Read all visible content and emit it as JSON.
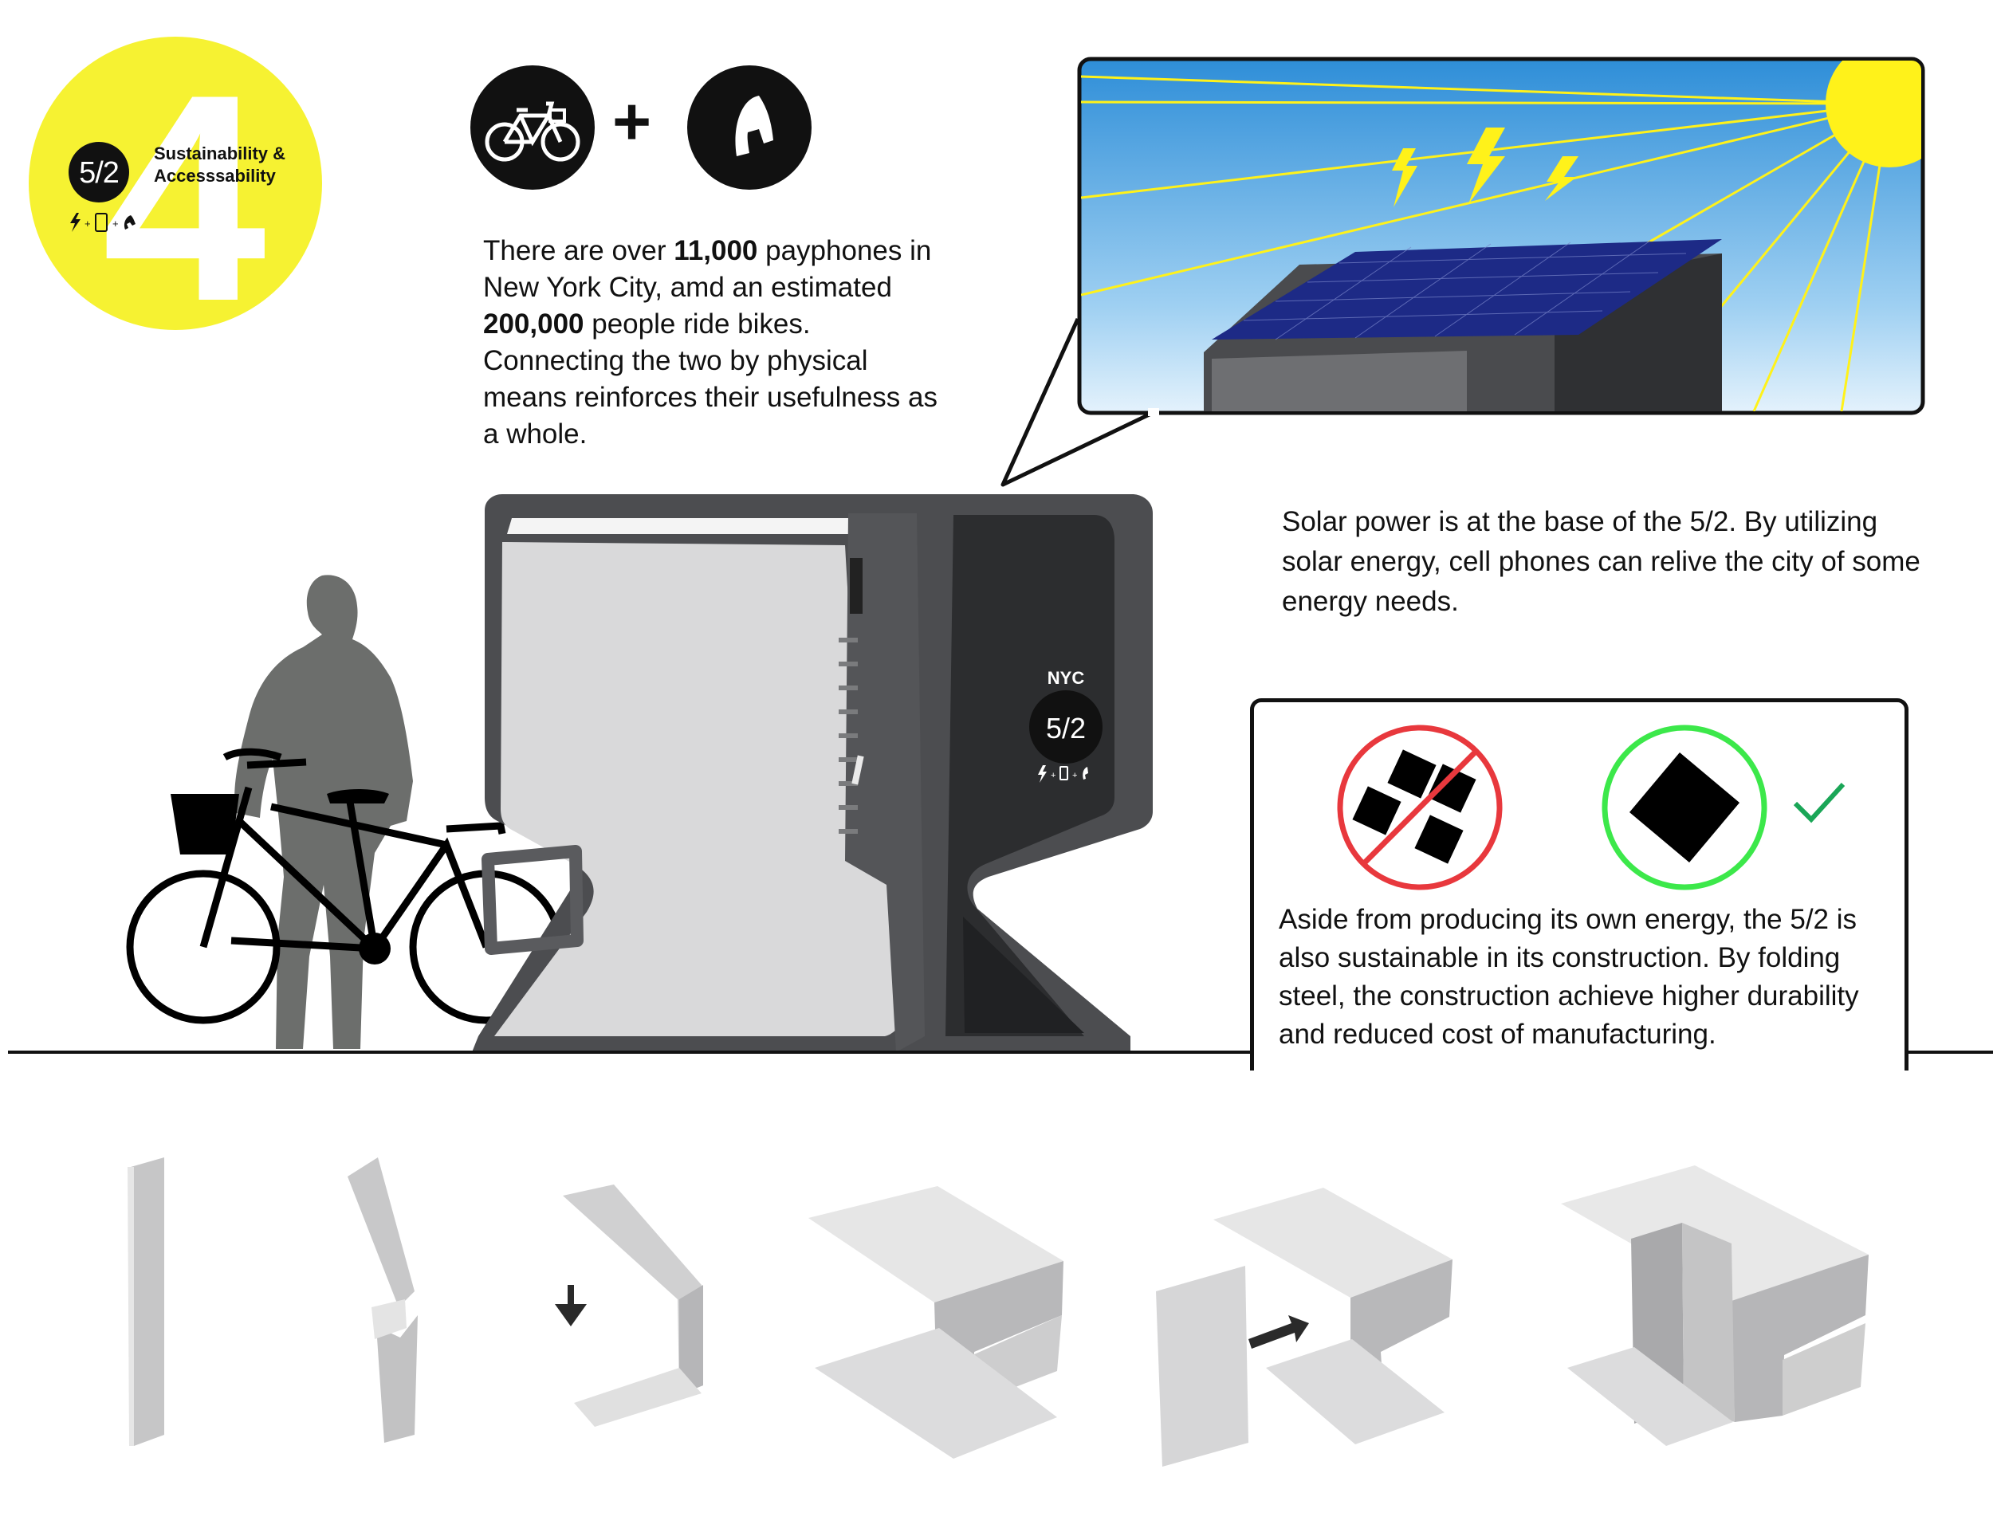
{
  "badge": {
    "number": "4",
    "brand": "5/2",
    "title_line1": "Sustainability &",
    "title_line2": "Accesssability",
    "icon_row": [
      "lightning-icon",
      "plus",
      "phone-device-icon",
      "plus",
      "telephone-handset-icon"
    ]
  },
  "header_icons": {
    "left": "bicycle-icon",
    "operator": "+",
    "right": "telephone-handset-icon"
  },
  "intro": {
    "t1": "There are over ",
    "b1": "11,000",
    "t2": " payphones in New York City, amd an estimated ",
    "b2": "200,000",
    "t3": " people ride bikes. Connecting the two by physical means reinforces their usefulness  as a whole."
  },
  "solar_text": "Solar power is at the base of the 5/2. By utilizing solar energy, cell phones can relive the city of some energy needs.",
  "kiosk": {
    "city_label": "NYC",
    "brand": "5/2",
    "icon_row": [
      "lightning-icon",
      "plus",
      "phone-device-icon",
      "plus",
      "telephone-handset-icon"
    ]
  },
  "construction": {
    "bad_icon": "many-panels-prohibited-icon",
    "good_icon": "single-panel-approved-icon",
    "check_icon": "checkmark-icon",
    "text": "Aside from producing its own energy, the 5/2 is also sustainable in its construction. By folding steel, the construction achieve higher durability and reduced cost of manufacturing."
  },
  "colors": {
    "badge_yellow": "#f6f232",
    "sun_yellow": "#fff21a",
    "sky_top": "#2e8ed8",
    "sky_bottom": "#e4f2fc",
    "prohibit_red": "#e8383d",
    "approve_green": "#3ce84a",
    "check_green": "#1aa657",
    "kiosk_dark": "#3b3c3e",
    "panel_blue": "#1d2a86",
    "silhouette": "#6c6e6c"
  },
  "fold_steps": [
    "flat-sheet",
    "first-fold",
    "bend-down",
    "c-shape",
    "insert-panel",
    "assembled"
  ]
}
